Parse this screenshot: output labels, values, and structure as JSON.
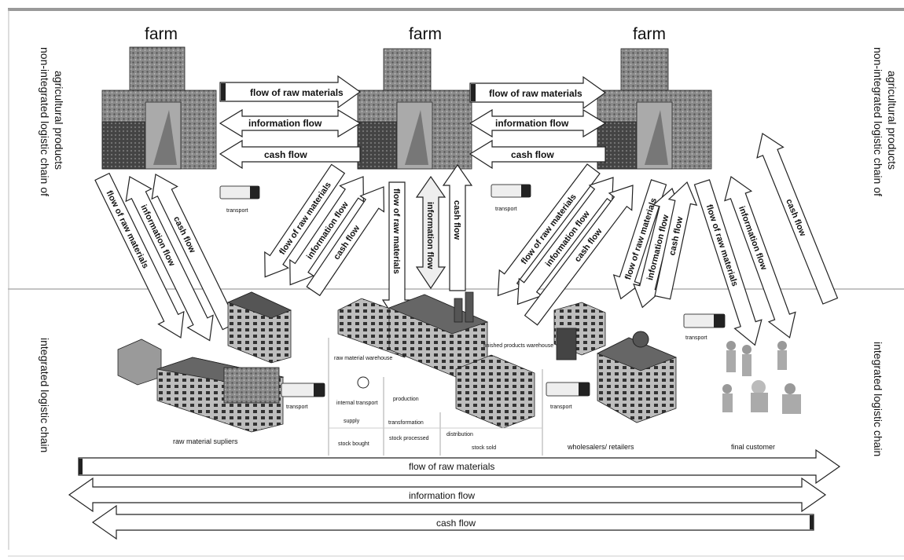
{
  "farms": [
    "farm",
    "farm",
    "farm"
  ],
  "side_labels": {
    "top_left_line1": "non-integrated logistic chain of",
    "top_left_line2": "agricultural products",
    "top_right_line1": "non-integrated logistic chain of",
    "top_right_line2": "agricultural products",
    "bottom_left": "integrated logistic chain",
    "bottom_right": "integrated logistic chain"
  },
  "farm_flows": [
    "flow of raw materials",
    "information flow",
    "cash flow"
  ],
  "transport": "transport",
  "diag_left": [
    "flow of raw materials",
    "information flow",
    "cash flow"
  ],
  "diag_mid_left": [
    "flow of raw materials",
    "information flow",
    "cash flow"
  ],
  "vert_mid": [
    "flow of raw materials",
    "information flow",
    "cash flow"
  ],
  "diag_mid_right_a": [
    "flow of raw materials",
    "information flow",
    "cash flow"
  ],
  "diag_mid_right_b": [
    "flow of raw materials",
    "information flow",
    "cash flow"
  ],
  "diag_right": [
    "flow of raw materials",
    "information flow",
    "cash flow"
  ],
  "factory_labels": {
    "warehouse_in": "raw material warehouse",
    "internal": "internal transport",
    "production": "production",
    "supply": "supply",
    "transformation": "transformation",
    "finished": "finished products warehouse",
    "stock_bought": "stock bought",
    "stock_processed": "stock processed",
    "distribution": "distribution",
    "stock_sold": "stock sold"
  },
  "participants": {
    "suppliers": "raw material supliers",
    "wholesalers": "wholesalers/ retailers",
    "customer": "final customer"
  },
  "bottom_flows": {
    "raw": "flow of raw materials",
    "info": "information flow",
    "cash": "cash flow"
  }
}
